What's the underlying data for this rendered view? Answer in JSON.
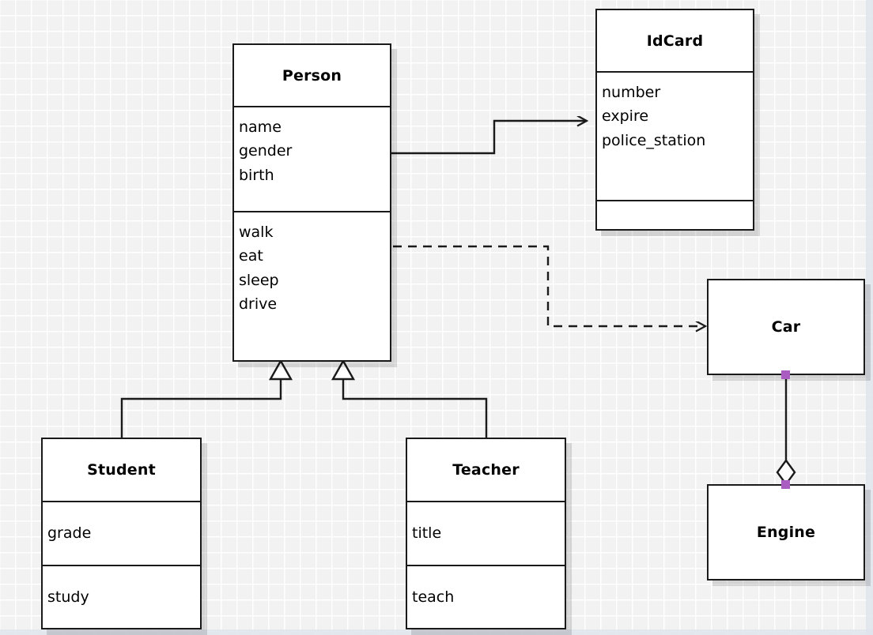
{
  "diagram": {
    "type": "uml-class-diagram",
    "background": "#f2f2f2",
    "grid_color": "#ffffff",
    "line_color": "#1a1a1a",
    "endpoint_color": "#ab5cc0"
  },
  "classes": [
    {
      "id": "person",
      "name": "Person",
      "attributes": [
        "name",
        "gender",
        "birth"
      ],
      "methods": [
        "walk",
        "eat",
        "sleep",
        "drive"
      ]
    },
    {
      "id": "idcard",
      "name": "IdCard",
      "attributes": [
        "number",
        "expire",
        "police_station"
      ],
      "methods": []
    },
    {
      "id": "student",
      "name": "Student",
      "attributes": [
        "grade"
      ],
      "methods": [
        "study"
      ]
    },
    {
      "id": "teacher",
      "name": "Teacher",
      "attributes": [
        "title"
      ],
      "methods": [
        "teach"
      ]
    },
    {
      "id": "car",
      "name": "Car",
      "attributes": [],
      "methods": []
    },
    {
      "id": "engine",
      "name": "Engine",
      "attributes": [],
      "methods": []
    }
  ],
  "relationships": [
    {
      "id": "person-idcard",
      "kind": "association",
      "from": "Person",
      "to": "IdCard",
      "style": "solid",
      "arrow": "open"
    },
    {
      "id": "person-car",
      "kind": "dependency",
      "from": "Person",
      "to": "Car",
      "style": "dashed",
      "arrow": "open"
    },
    {
      "id": "student-person",
      "kind": "generalization",
      "from": "Student",
      "to": "Person",
      "style": "solid",
      "arrow": "hollow-triangle"
    },
    {
      "id": "teacher-person",
      "kind": "generalization",
      "from": "Teacher",
      "to": "Person",
      "style": "solid",
      "arrow": "hollow-triangle"
    },
    {
      "id": "car-engine",
      "kind": "aggregation",
      "from": "Car",
      "to": "Engine",
      "style": "solid",
      "arrow": "hollow-diamond"
    }
  ]
}
